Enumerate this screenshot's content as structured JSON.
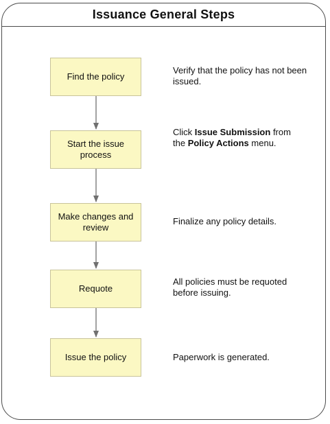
{
  "diagram": {
    "title": "Issuance General Steps",
    "colors": {
      "box_fill": "#fbf8c3",
      "box_border": "#c8c39a",
      "frame": "#4a4a4a",
      "arrow": "#707070"
    },
    "steps": [
      {
        "label": "Find the policy",
        "note": {
          "p1": "Verify that the policy has not been issued."
        }
      },
      {
        "label": "Start the issue process",
        "note": {
          "p1": "Click ",
          "b1": "Issue Submission",
          "p2": " from the ",
          "b2": "Policy Actions",
          "p3": " menu."
        }
      },
      {
        "label": "Make changes and review",
        "note": {
          "p1": "Finalize any policy details."
        }
      },
      {
        "label": "Requote",
        "note": {
          "p1": "All policies must be requoted before issuing."
        }
      },
      {
        "label": "Issue the policy",
        "note": {
          "p1": "Paperwork is generated."
        }
      }
    ]
  }
}
